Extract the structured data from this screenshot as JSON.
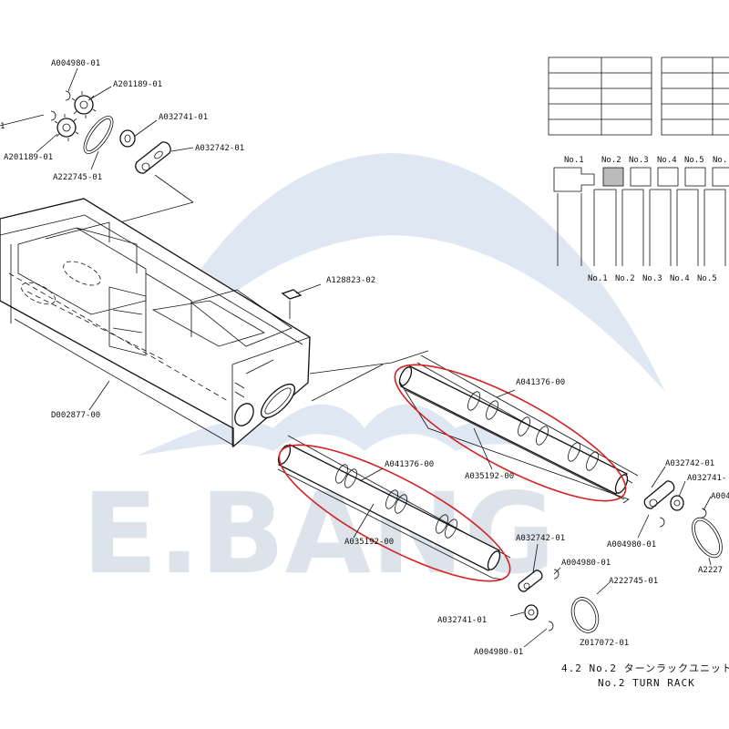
{
  "watermark": {
    "text": "E.BANG"
  },
  "part_labels": {
    "a004980_top": "A004980-01",
    "a201189_top": "A201189-01",
    "a201189_left": "A201189-01",
    "left_cut": "1",
    "a032741_top": "A032741-01",
    "a032742_top": "A032742-01",
    "a222745_top": "A222745-01",
    "a128823": "A128823-02",
    "d002877": "D002877-00",
    "a041376_upper": "A041376-00",
    "a035192_upper": "A035192-00",
    "a041376_lower": "A041376-00",
    "a035192_lower": "A035192-00",
    "a032742_right": "A032742-01",
    "a032741_right": "A032741-",
    "a004980_right_cut": "A004",
    "a004980_right": "A004980-01",
    "a2227_right": "A2227",
    "a032742_bottom": "A032742-01",
    "a004980_mid": "A004980-01",
    "a222745_bottom": "A222745-01",
    "z017072": "Z017072-01",
    "a032741_bottom": "A032741-01",
    "a004980_bottom": "A004980-01"
  },
  "index_top": [
    "No.1",
    "No.2",
    "No.3",
    "No.4",
    "No.5",
    "No."
  ],
  "index_bottom": [
    "No.1",
    "No.2",
    "No.3",
    "No.4",
    "No.5"
  ],
  "caption": {
    "line1": "4.2 No.2 ターンラックユニット",
    "line2": "No.2 TURN RACK"
  },
  "colors": {
    "highlight": "#d42020",
    "watermark": "#dfe8f2"
  }
}
